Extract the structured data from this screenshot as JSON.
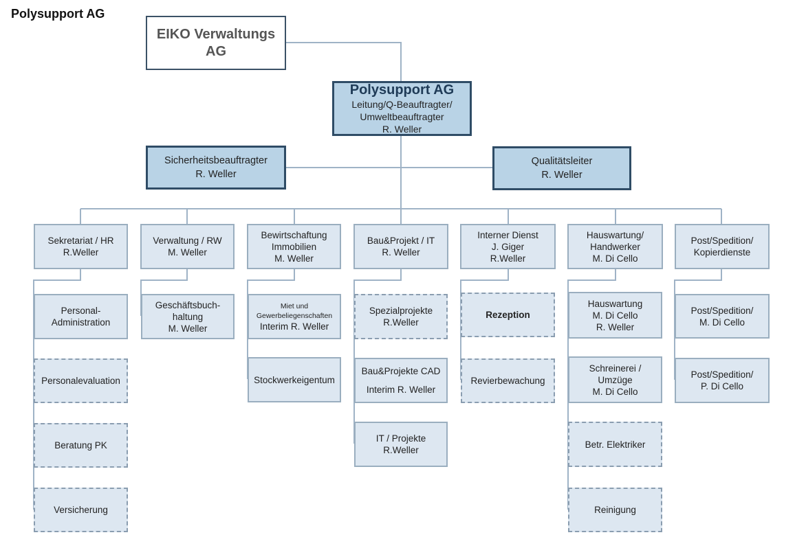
{
  "page_title": "Polysupport AG",
  "root": {
    "lines": [
      "EIKO Verwaltungs",
      "AG"
    ]
  },
  "main": {
    "title": "Polysupport AG",
    "lines": [
      "Leitung/Q-Beauftragter/",
      "Umweltbeauftragter",
      "R. Weller"
    ]
  },
  "staff": {
    "left": {
      "lines": [
        "Sicherheitsbeauftragter",
        "R. Weller"
      ]
    },
    "right": {
      "lines": [
        "Qualitätsleiter",
        "R. Weller"
      ]
    }
  },
  "departments": [
    {
      "lines": [
        "Sekretariat / HR",
        "R.Weller"
      ]
    },
    {
      "lines": [
        "Verwaltung / RW",
        "M. Weller"
      ]
    },
    {
      "lines": [
        "Bewirtschaftung",
        "Immobilien",
        "M. Weller"
      ]
    },
    {
      "lines": [
        "Bau&Projekt / IT",
        "R. Weller"
      ]
    },
    {
      "lines": [
        "Interner Dienst",
        "J. Giger",
        "R.Weller"
      ]
    },
    {
      "lines": [
        "Hauswartung/",
        "Handwerker",
        "M. Di Cello"
      ]
    },
    {
      "lines": [
        "Post/Spedition/",
        "Kopierdienste"
      ]
    }
  ],
  "units": {
    "hr": [
      {
        "lines": [
          "Personal-",
          "Administration"
        ]
      },
      {
        "lines": [
          "Personalevaluation"
        ]
      },
      {
        "lines": [
          "Beratung PK"
        ]
      },
      {
        "lines": [
          "Versicherung"
        ]
      }
    ],
    "rw": [
      {
        "lines": [
          "Geschäftsbuch-",
          "haltung",
          "M. Weller"
        ]
      }
    ],
    "immo": [
      {
        "lines": [
          "Miet und",
          "Gewerbeliegenschaften",
          "Interim R. Weller"
        ]
      },
      {
        "lines": [
          "Stockwerkeigentum"
        ]
      }
    ],
    "bau": [
      {
        "lines": [
          "Spezialprojekte",
          "R.Weller"
        ]
      },
      {
        "lines": [
          "Bau&Projekte CAD",
          "Interim R. Weller"
        ]
      },
      {
        "lines": [
          "IT / Projekte",
          "R.Weller"
        ]
      }
    ],
    "intern": [
      {
        "lines": [
          "Rezeption"
        ]
      },
      {
        "lines": [
          "Revierbewachung"
        ]
      }
    ],
    "haus": [
      {
        "lines": [
          "Hauswartung",
          "M. Di Cello",
          "R. Weller"
        ]
      },
      {
        "lines": [
          "Schreinerei /",
          "Umzüge",
          "M. Di Cello"
        ]
      },
      {
        "lines": [
          "Betr. Elektriker"
        ]
      },
      {
        "lines": [
          "Reinigung"
        ]
      }
    ],
    "post": [
      {
        "lines": [
          "Post/Spedition/",
          "M. Di Cello"
        ]
      },
      {
        "lines": [
          "Post/Spedition/",
          "P. Di Cello"
        ]
      }
    ]
  },
  "colors": {
    "line": "#9fb3c6",
    "box_fill": "#dde7f1",
    "highlight_fill": "#b9d3e6",
    "dark_border": "#2f4c66"
  }
}
